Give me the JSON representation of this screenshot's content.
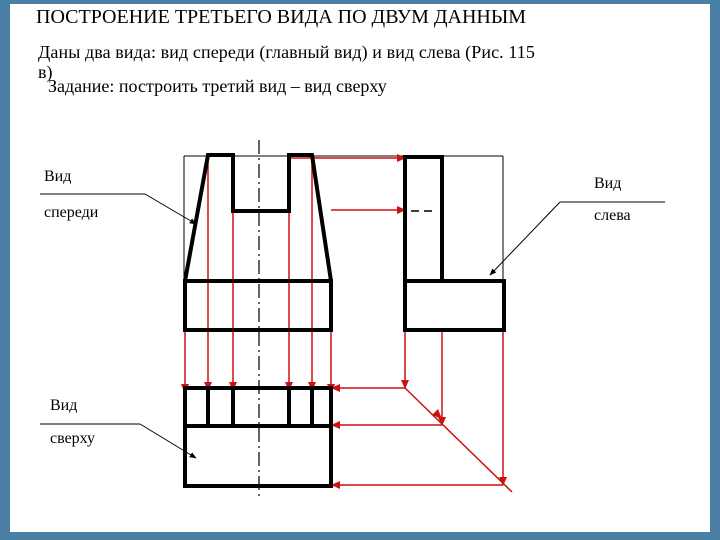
{
  "title": "ПОСТРОЕНИЕ ТРЕТЬЕГО ВИДА ПО ДВУМ ДАННЫМ",
  "given_line": "Даны два вида: вид спереди (главный вид) и вид слева (Рис. 115",
  "given_line_tail": "в)",
  "task_line": "Задание: построить третий вид – вид сверху",
  "labels": {
    "front_word1": "Вид",
    "front_word2": "спереди",
    "left_word1": "Вид",
    "left_word2": "слева",
    "top_word1": "Вид",
    "top_word2": "сверху"
  },
  "colors": {
    "background": "#4a7fa6",
    "page": "#ffffff",
    "outline": "#000000",
    "projection": "#cc1111"
  }
}
